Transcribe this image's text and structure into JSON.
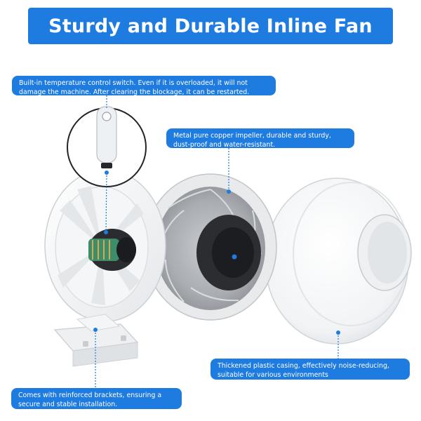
{
  "title": "Sturdy and Durable Inline Fan",
  "callouts": {
    "temperature": {
      "lines": [
        "Built-in temperature control switch. Even if it is overloaded, it will not",
        "damage the machine. After clearing the blockage, it can be restarted."
      ]
    },
    "impeller": {
      "lines": [
        "Metal pure copper impeller, durable and sturdy,",
        "dust-proof and water-resistant."
      ]
    },
    "casing": {
      "lines": [
        "Thickened plastic casing, effectively noise-reducing,",
        "suitable for various environments"
      ]
    },
    "bracket": {
      "lines": [
        "Comes with reinforced brackets, ensuring a",
        "secure and stable installation."
      ]
    }
  },
  "colors": {
    "accent": "#1e7be0",
    "callout_text": "#ffffff",
    "background": "#ffffff"
  },
  "icons": [
    "temperature-switch-icon",
    "motor-icon",
    "impeller-icon",
    "casing-icon",
    "bracket-icon"
  ]
}
